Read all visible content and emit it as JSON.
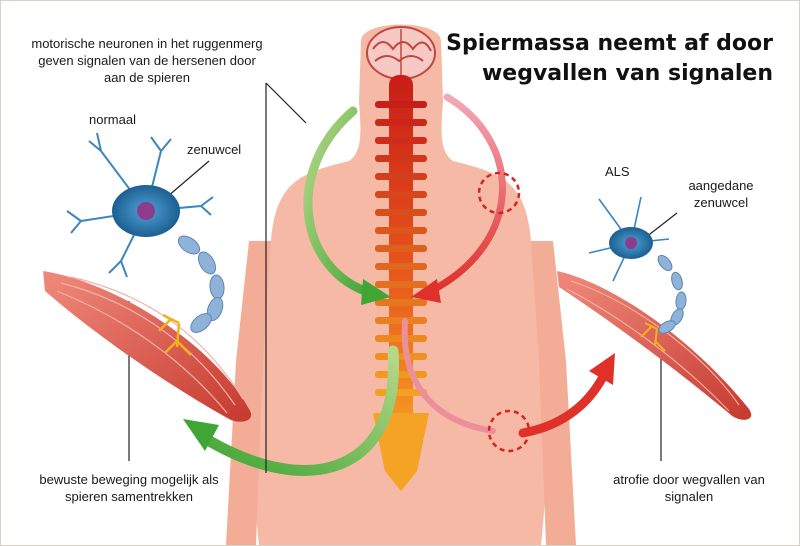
{
  "title": "Spiermassa neemt af door wegvallen van signalen",
  "labels": {
    "motor_neurons": "motorische neuronen in het ruggenmerg geven signalen van de hersenen door aan de spieren",
    "normal": "normaal",
    "nerve_cell": "zenuwcel",
    "als": "ALS",
    "affected_nerve_cell": "aangedane zenuwcel",
    "conscious_movement": "bewuste beweging mogelijk als spieren samentrekken",
    "atrophy": "atrofie door wegvallen van signalen"
  },
  "colors": {
    "body": "#f6b9a5",
    "spine_top": "#d8231c",
    "spine_bottom": "#f5a623",
    "green_arrow": "#5db83a",
    "red_arrow": "#e0302a",
    "neuron": "#2f7cb6",
    "muscle": "#d9534a"
  },
  "icons": [
    "brain-icon",
    "spine-icon",
    "neuron-icon",
    "muscle-icon",
    "break-marker-icon"
  ]
}
